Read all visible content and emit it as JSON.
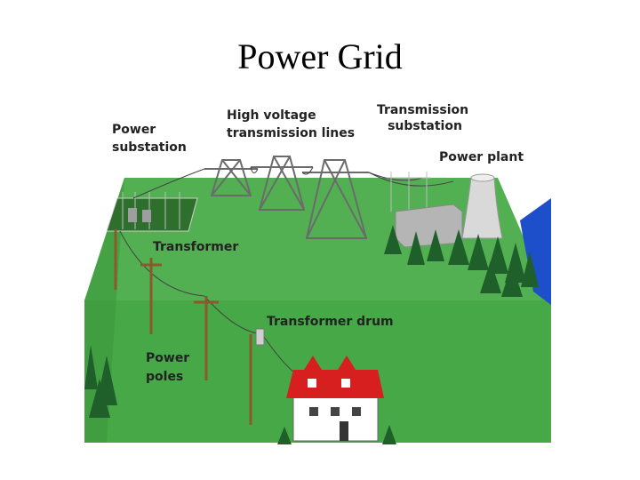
{
  "slide": {
    "title": "Power Grid"
  },
  "diagram": {
    "labels": {
      "power_substation": [
        "Power",
        "substation"
      ],
      "high_voltage_lines": [
        "High voltage",
        "transmission lines"
      ],
      "transmission_substation": [
        "Transmission",
        "substation"
      ],
      "power_plant": "Power plant",
      "transformer": "Transformer",
      "transformer_drum": "Transformer drum",
      "power_poles": [
        "Power",
        "poles"
      ]
    },
    "colors": {
      "ground": "#3fa03f",
      "ground_front": "#46a846",
      "ground_back": "#52b052",
      "tree": "#1f5f2a",
      "water": "#1c4fc9",
      "roof": "#d71f1f",
      "house_wall": "#ffffff",
      "tower": "#6b6b6b",
      "pole": "#8b5a2b"
    }
  }
}
